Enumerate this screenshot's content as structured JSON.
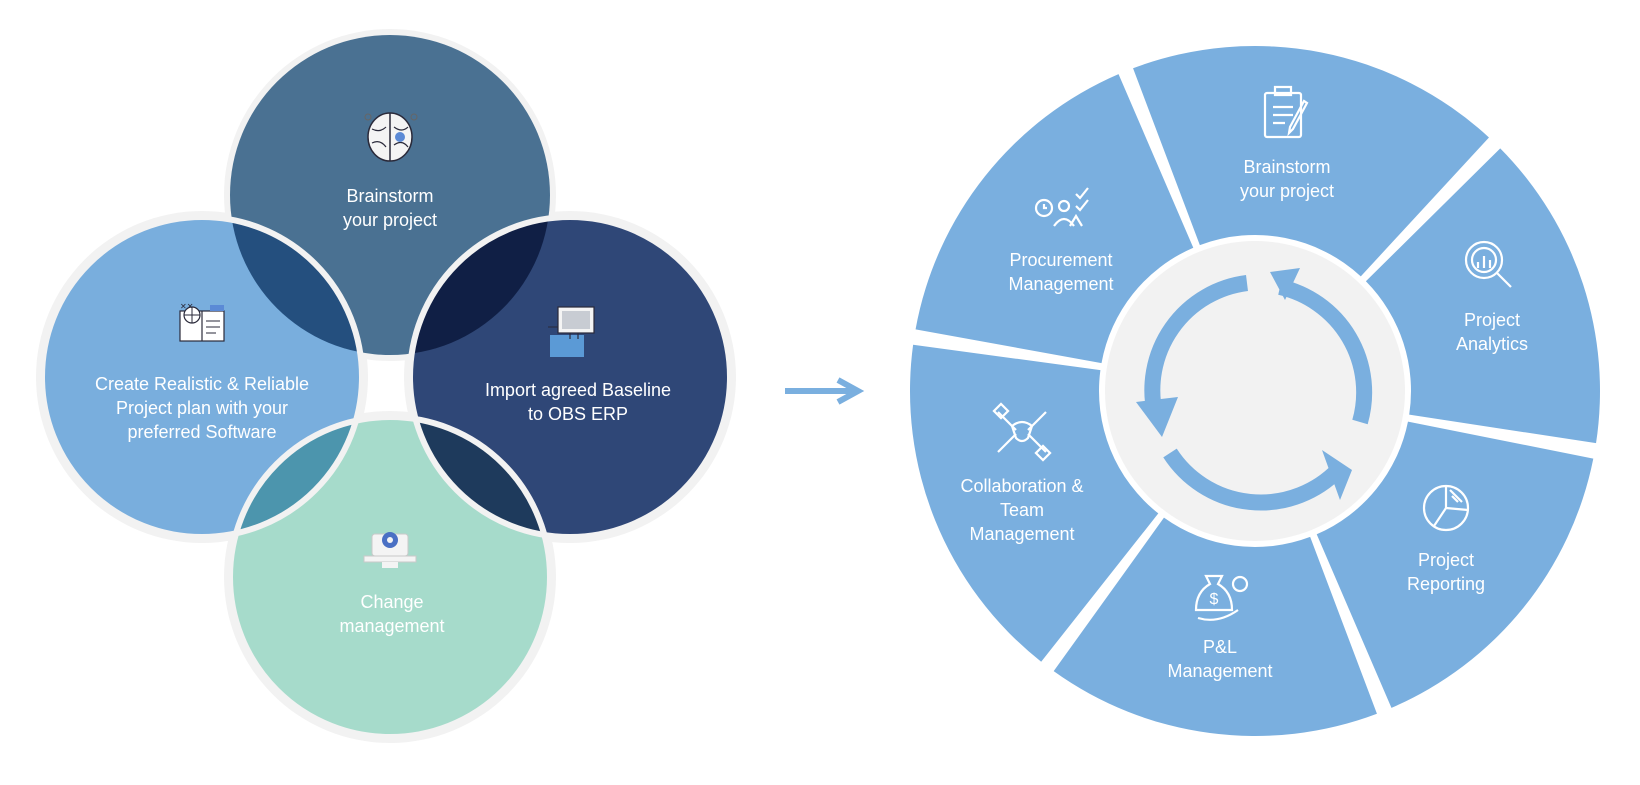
{
  "colors": {
    "background": "#ffffff",
    "ring_gap": "#f2f2f2",
    "top_circle": "#4a7192",
    "left_circle": "#79aedd",
    "right_circle": "#2f4777",
    "bottom_circle": "#a6dbcb",
    "overlap_top_left": "#244f7e",
    "overlap_top_right": "#101f45",
    "overlap_bottom_left": "#4c95ad",
    "overlap_bottom_right": "#1e3a5c",
    "wheel_segment": "#7aafdf",
    "arrow": "#7aafdf",
    "label_text": "#ffffff"
  },
  "venn": {
    "top": {
      "label_lines": [
        "Brainstorm",
        "your project"
      ],
      "icon": "brain-icon"
    },
    "left": {
      "label_lines": [
        "Create Realistic & Reliable",
        "Project plan with your",
        "preferred Software"
      ],
      "icon": "planning-book-icon"
    },
    "right": {
      "label_lines": [
        "Import agreed Baseline",
        "to OBS ERP"
      ],
      "icon": "computer-import-icon"
    },
    "bottom": {
      "label_lines": [
        "Change",
        "management"
      ],
      "icon": "gear-laptop-icon"
    }
  },
  "connector": {
    "icon": "right-arrow-icon"
  },
  "wheel": {
    "center_icon": "cycle-arrows-icon",
    "segments": [
      {
        "label_lines": [
          "Brainstorm",
          "your project"
        ],
        "icon": "clipboard-icon"
      },
      {
        "label_lines": [
          "Project",
          "Analytics"
        ],
        "icon": "analytics-magnifier-icon"
      },
      {
        "label_lines": [
          "Project",
          "Reporting"
        ],
        "icon": "pie-chart-icon"
      },
      {
        "label_lines": [
          "P&L",
          "Management"
        ],
        "icon": "money-bag-icon"
      },
      {
        "label_lines": [
          "Collaboration &",
          "Team",
          "Management"
        ],
        "icon": "handshake-icon"
      },
      {
        "label_lines": [
          "Procurement",
          "Management"
        ],
        "icon": "procurement-team-icon"
      }
    ]
  }
}
